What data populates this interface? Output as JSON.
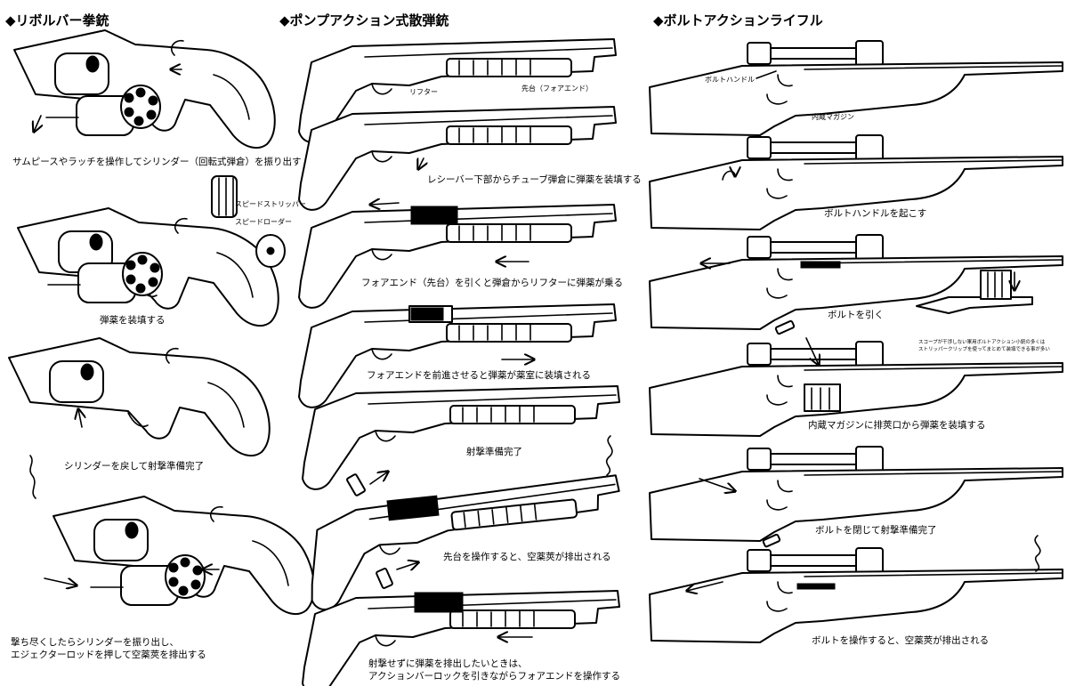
{
  "sections": {
    "revolver": {
      "title": "◆リボルバー拳銃",
      "steps": [
        "サムピースやラッチを操作してシリンダー（回転式弾倉）を振り出す",
        "弾薬を装填する",
        "シリンダーを戻して射撃準備完了",
        "撃ち尽くしたらシリンダーを振り出し、",
        "エジェクターロッドを押して空薬莢を排出する"
      ],
      "labels": {
        "speed_strip": "スピードストリッパー",
        "speed_loader": "スピードローダー"
      }
    },
    "pump": {
      "title": "◆ポンプアクション式散弾銃",
      "labels": {
        "lifter": "リフター",
        "forend": "先台（フォアエンド）"
      },
      "steps": [
        "レシーバー下部からチューブ弾倉に弾薬を装填する",
        "フォアエンド（先台）を引くと弾倉からリフターに弾薬が乗る",
        "フォアエンドを前進させると弾薬が薬室に装填される",
        "射撃準備完了",
        "先台を操作すると、空薬莢が排出される",
        "射撃せずに弾薬を排出したいときは、",
        "アクションバーロックを引きながらフォアエンドを操作する"
      ]
    },
    "bolt": {
      "title": "◆ボルトアクションライフル",
      "labels": {
        "bolt_handle": "ボルトハンドル",
        "internal_mag": "内蔵マガジン"
      },
      "steps": [
        "ボルトハンドルを起こす",
        "ボルトを引く",
        "内蔵マガジンに排莢口から弾薬を装填する",
        "ボルトを閉じて射撃準備完了",
        "ボルトを操作すると、空薬莢が排出される"
      ],
      "note": [
        "スコープが干渉しない軍用ボルトアクション小銃の多くは",
        "ストリッパークリップを使ってまとめて装填できる事が多い"
      ]
    }
  }
}
